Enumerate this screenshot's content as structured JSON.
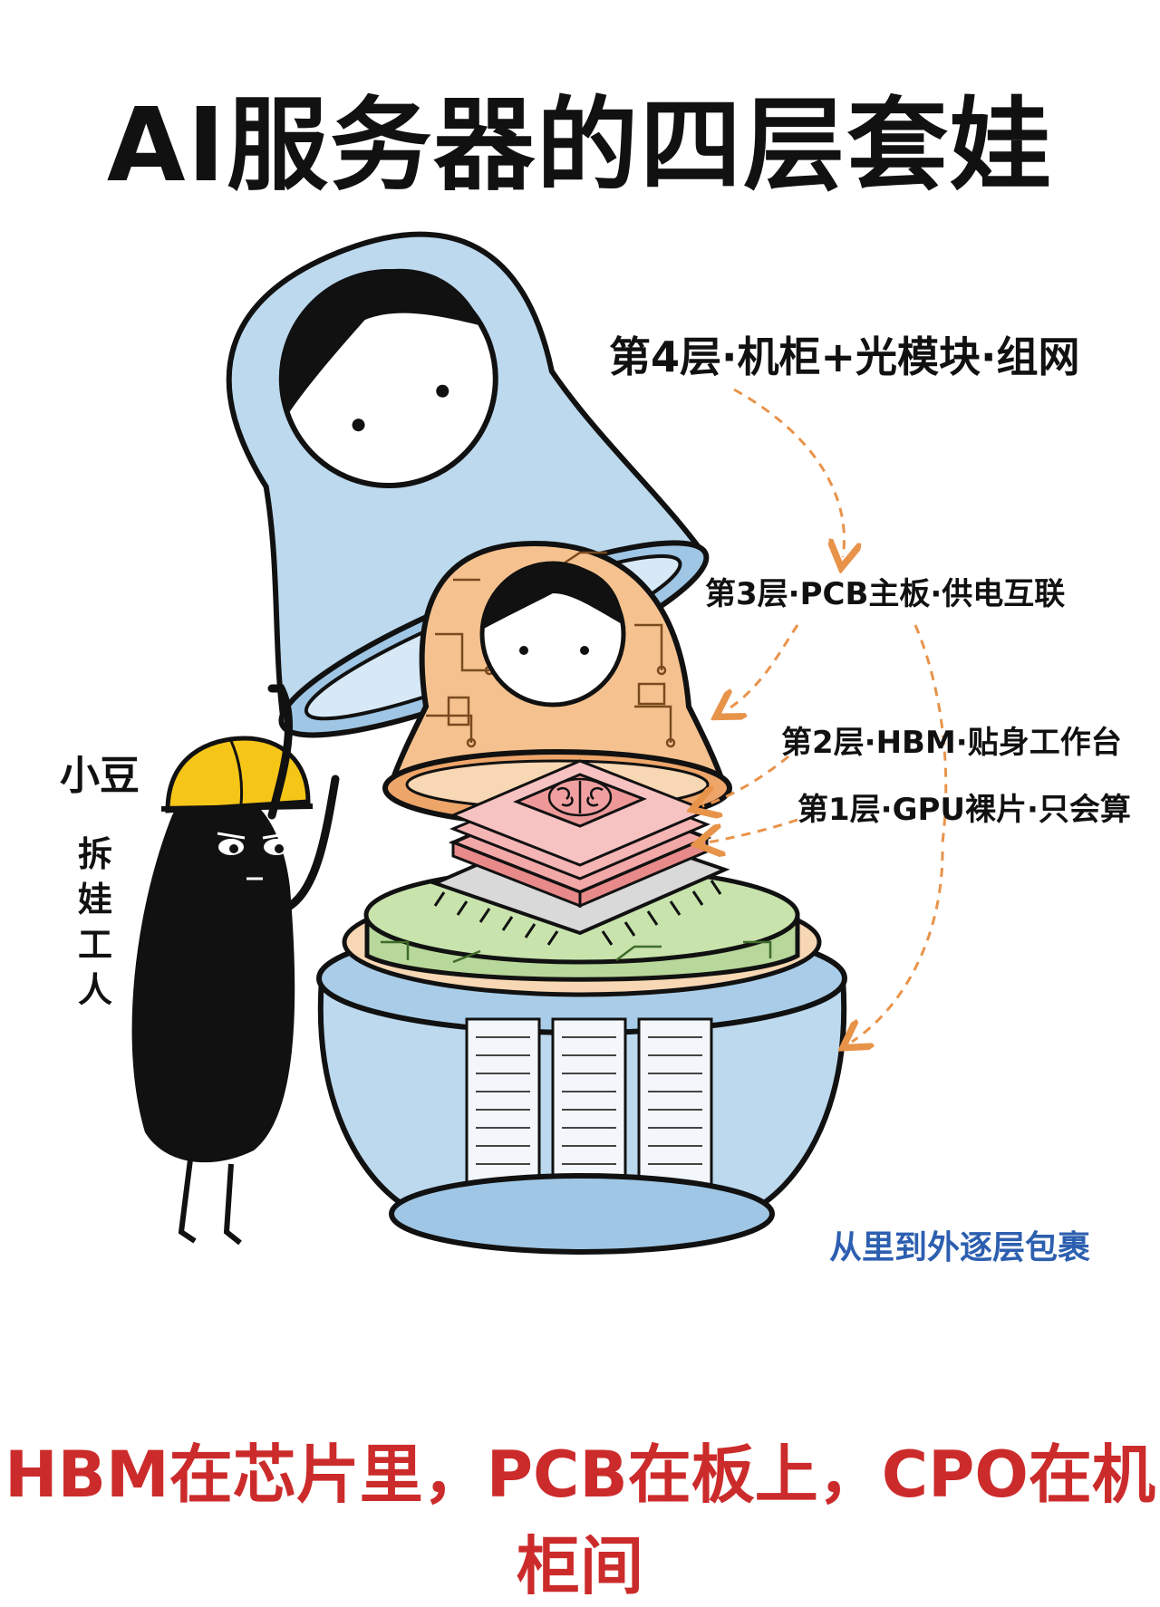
{
  "title": "AI服务器的四层套娃",
  "layers": {
    "layer4": "第4层·机柜+光模块·组网",
    "layer3": "第3层·PCB主板·供电互联",
    "layer2": "第2层·HBM·贴身工作台",
    "layer1": "第1层·GPU裸片·只会算"
  },
  "character": {
    "name": "小豆",
    "role": [
      "拆",
      "娃",
      "工",
      "人"
    ]
  },
  "note": "从里到外逐层包裹",
  "footer": "HBM在芯片里，PCB在板上，CPO在机柜间",
  "colors": {
    "outer_doll": "#bcd9ee",
    "pcb_doll": "#f5c28f",
    "green_board": "#b7d89a",
    "chip_stack": "#f3a8a8",
    "arrow": "#e8934a",
    "helmet": "#f5c518",
    "note": "#2d5fb0",
    "footer": "#cc2b2b"
  },
  "icons": [
    "brain-icon",
    "circuit-traces",
    "helmet-icon"
  ]
}
